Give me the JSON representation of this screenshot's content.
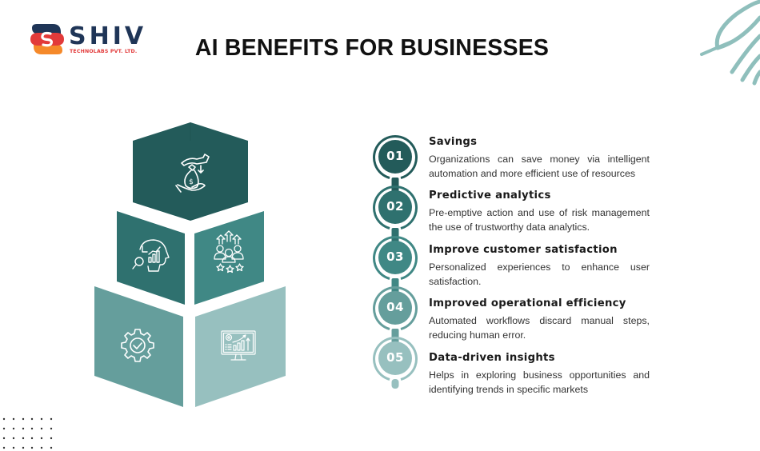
{
  "brand": {
    "name": "SHIV",
    "tagline": "TECHNOLABS PVT. LTD.",
    "colors": {
      "navy": "#1f3557",
      "red": "#e23a3a",
      "orange": "#f5892a"
    }
  },
  "header": {
    "title": "AI BENEFITS FOR BUSINESSES"
  },
  "cube": {
    "blocks": [
      {
        "position": "top",
        "icon": "money-bag-hands-icon",
        "color": "#235b5a"
      },
      {
        "position": "middle-left",
        "icon": "brain-analytics-icon",
        "color": "#2f716f"
      },
      {
        "position": "middle-right",
        "icon": "people-growth-rating-icon",
        "color": "#408885"
      },
      {
        "position": "bottom-left",
        "icon": "gear-check-icon",
        "color": "#659e9c"
      },
      {
        "position": "bottom-right",
        "icon": "monitor-dashboard-icon",
        "color": "#97c0bf"
      }
    ]
  },
  "benefits": [
    {
      "number": "01",
      "title": "Savings",
      "description": "Organizations can save money via intelligent automation and more efficient use of resources",
      "color": "#235b5a"
    },
    {
      "number": "02",
      "title": "Predictive analytics",
      "description": "Pre-emptive action and use of risk management the use of trustworthy data analytics.",
      "color": "#2f716f"
    },
    {
      "number": "03",
      "title": "Improve customer satisfaction",
      "description": "Personalized experiences to enhance user satisfaction.",
      "color": "#408885"
    },
    {
      "number": "04",
      "title": "Improved operational efficiency",
      "description": "Automated workflows discard manual steps, reducing human error.",
      "color": "#659e9c"
    },
    {
      "number": "05",
      "title": "Data-driven insights",
      "description": "Helps in exploring business opportunities and identifying trends in specific markets",
      "color": "#97c0bf"
    }
  ],
  "decor": {
    "swirl_color": "#8fbfbc",
    "dot_color": "#333333"
  }
}
